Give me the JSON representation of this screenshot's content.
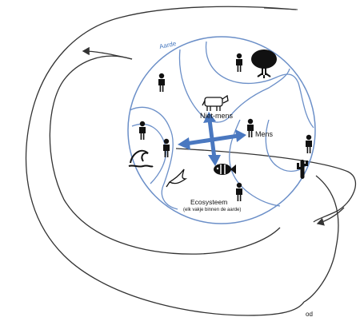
{
  "labels": {
    "earth": "Aarde",
    "non_human": "Niet-mens",
    "human": "Mens",
    "ecosystem": "Ecosysteem",
    "ecosystem_note": "(elk vakje binnen de aarde)",
    "corner_mark": "od"
  },
  "colors": {
    "earth_outline": "#6b8fc8",
    "arrows": "#4a78c0",
    "lines": "#333333"
  },
  "icons": [
    "tree-icon",
    "person-icon",
    "cow-icon",
    "wave-icon",
    "dove-icon",
    "fish-icon",
    "cactus-icon"
  ]
}
